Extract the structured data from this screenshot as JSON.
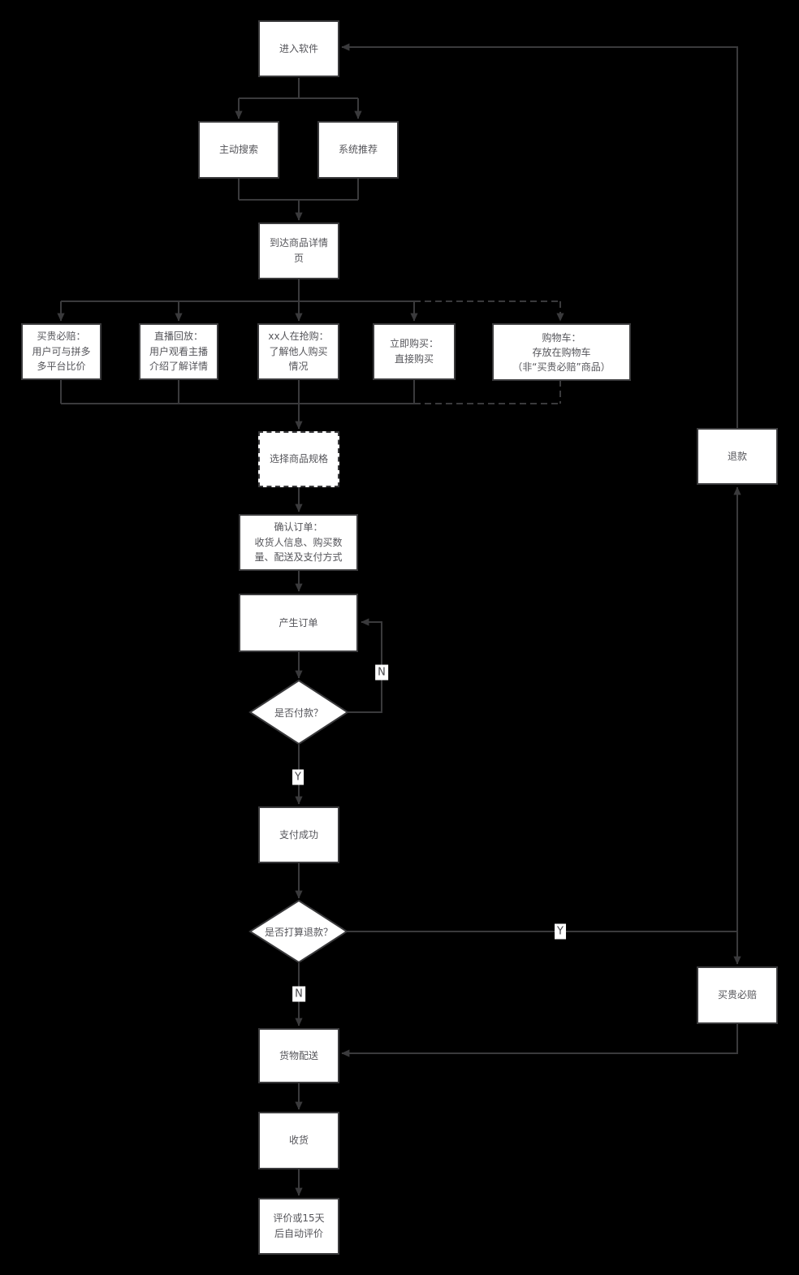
{
  "diagram_type": "flowchart",
  "colors": {
    "background": "#000000",
    "node_fill": "#ffffff",
    "node_border": "#3a3a3c",
    "connector": "#3a3a3c",
    "text": "#55555a",
    "edge_label_bg": "#ffffff"
  },
  "nodes": {
    "enter": {
      "label": "进入软件"
    },
    "active_search": {
      "label": "主动搜索"
    },
    "system_recommend": {
      "label": "系统推荐"
    },
    "product_detail": {
      "label": "到达商品详情\n页"
    },
    "price_protect_info": {
      "label": "买贵必赔：\n用户可与拼多\n多平台比价"
    },
    "live_replay": {
      "label": "直播回放：\n用户观看主播\n介绍了解详情"
    },
    "rush_info": {
      "label": "xx人在抢购：\n了解他人购买\n情况"
    },
    "buy_now": {
      "label": "立即购买：\n直接购买"
    },
    "cart": {
      "label": "购物车：\n存放在购物车\n（非“买贵必赔”商品）"
    },
    "select_spec": {
      "label": "选择商品规格"
    },
    "confirm_order": {
      "label": "确认订单：\n收货人信息、购买数\n量、配送及支付方式"
    },
    "create_order": {
      "label": "产生订单"
    },
    "pay_decision": {
      "label": "是否付款？"
    },
    "pay_success": {
      "label": "支付成功"
    },
    "refund_decision": {
      "label": "是否打算退款？"
    },
    "refund": {
      "label": "退款"
    },
    "price_compensation": {
      "label": "买贵必赔"
    },
    "delivery": {
      "label": "货物配送"
    },
    "receive_goods": {
      "label": "收货"
    },
    "review": {
      "label": "评价或15天\n后自动评价"
    }
  },
  "edge_labels": {
    "pay_no": "N",
    "pay_yes": "Y",
    "refund_yes": "Y",
    "refund_no": "N"
  }
}
